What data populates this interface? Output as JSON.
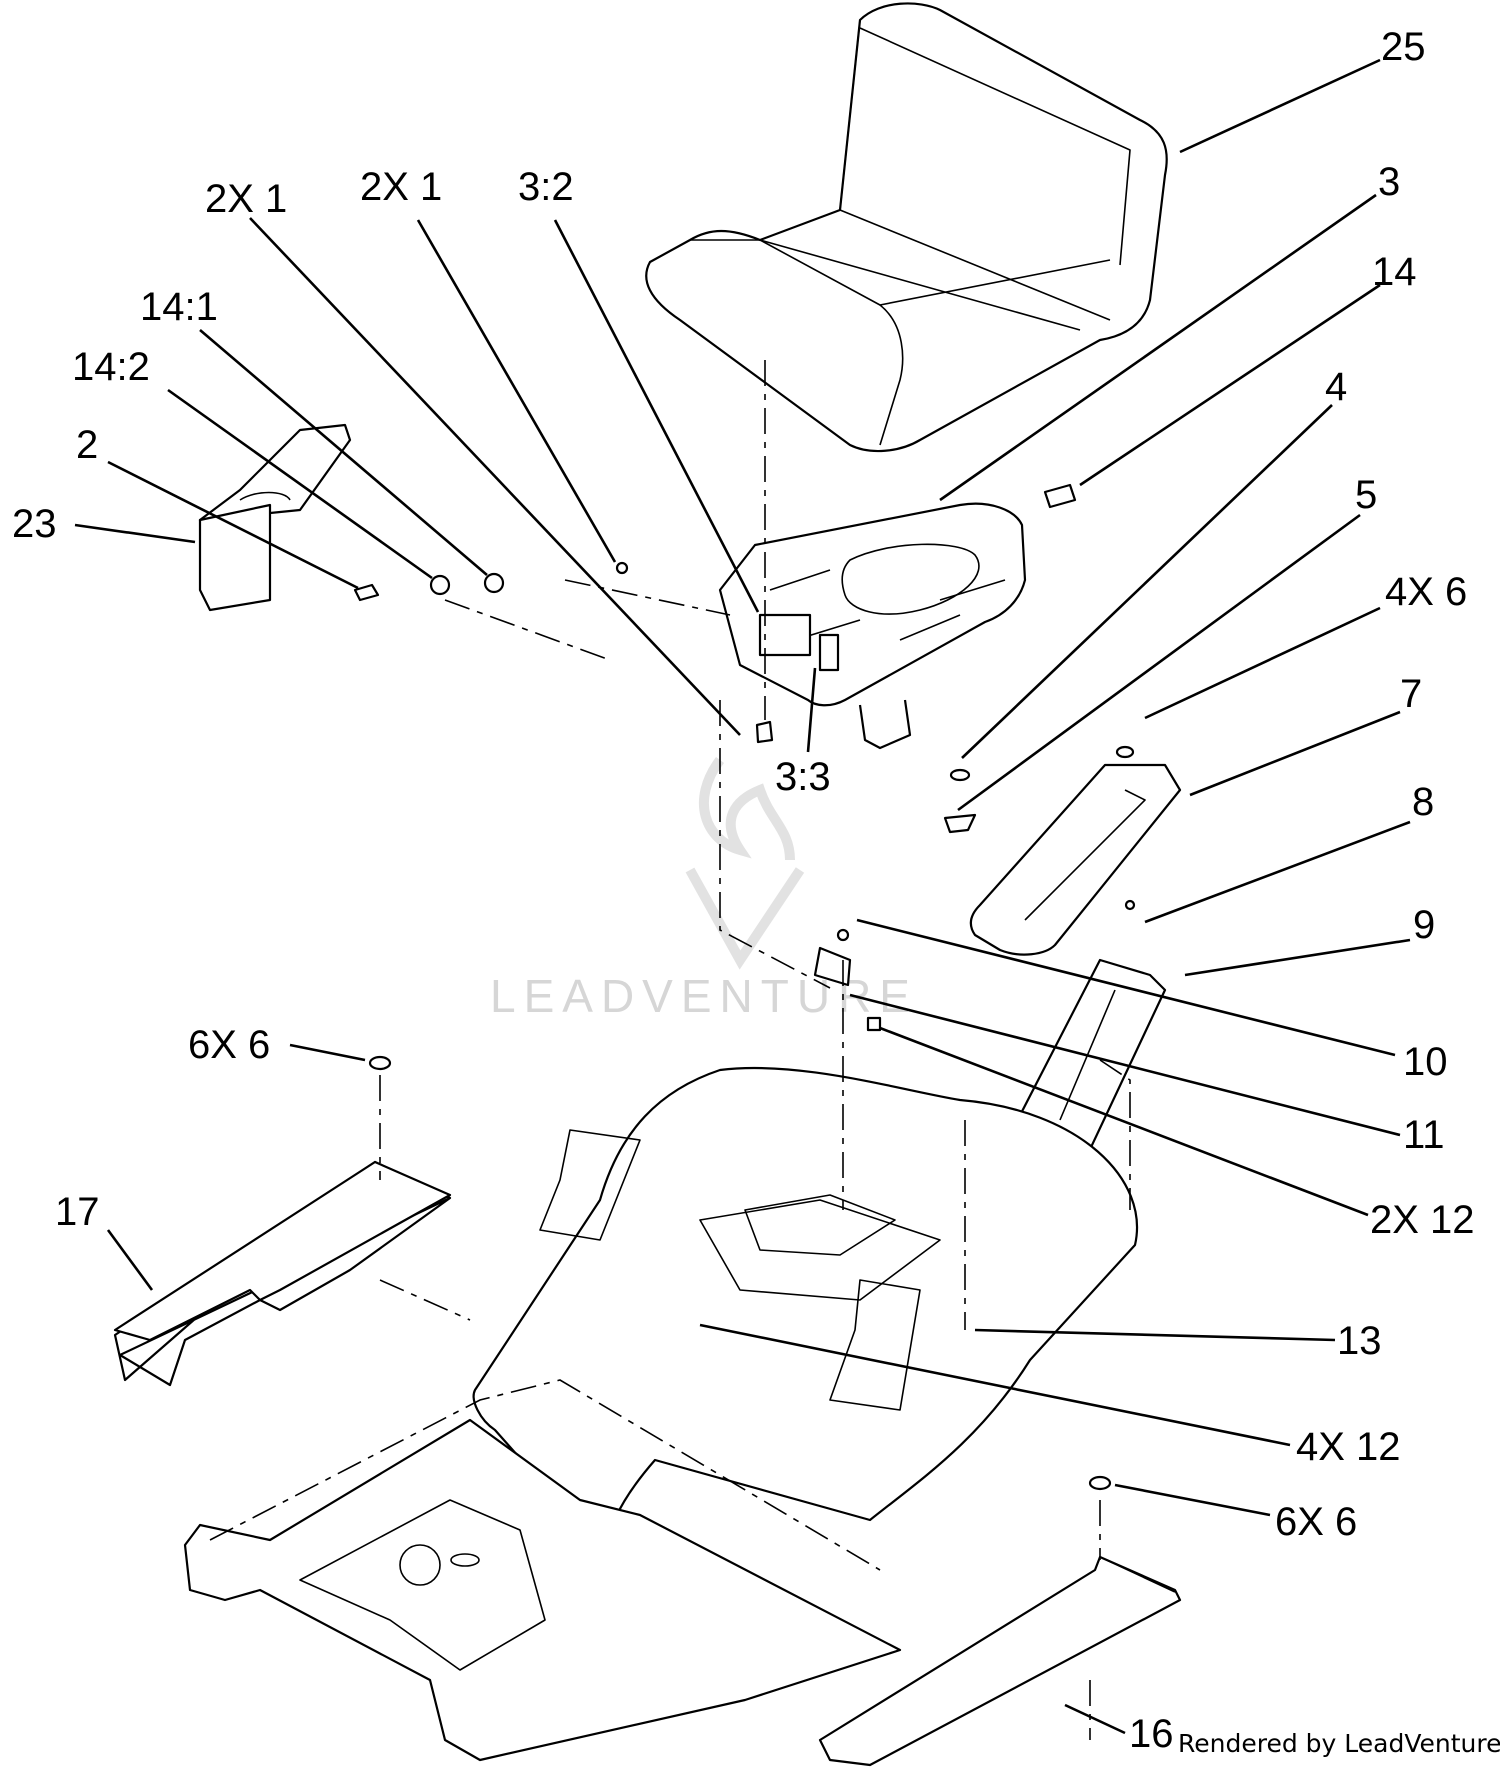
{
  "diagram": {
    "watermark": "LEADVENTURE",
    "credit": "Rendered by LeadVenture, Inc.",
    "callouts": {
      "c25": "25",
      "c3": "3",
      "c14": "14",
      "c4": "4",
      "c5": "5",
      "c4x6": "4X 6",
      "c7": "7",
      "c8": "8",
      "c9": "9",
      "c10": "10",
      "c11": "11",
      "c2x12": "2X 12",
      "c13": "13",
      "c4x12": "4X 12",
      "c6x6_right": "6X 6",
      "c16": "16",
      "c17": "17",
      "c6x6_left": "6X 6",
      "c2x1_a": "2X 1",
      "c2x1_b": "2X 1",
      "c3_2": "3:2",
      "c14_1": "14:1",
      "c14_2": "14:2",
      "c2": "2",
      "c23": "23",
      "c3_3": "3:3"
    }
  }
}
